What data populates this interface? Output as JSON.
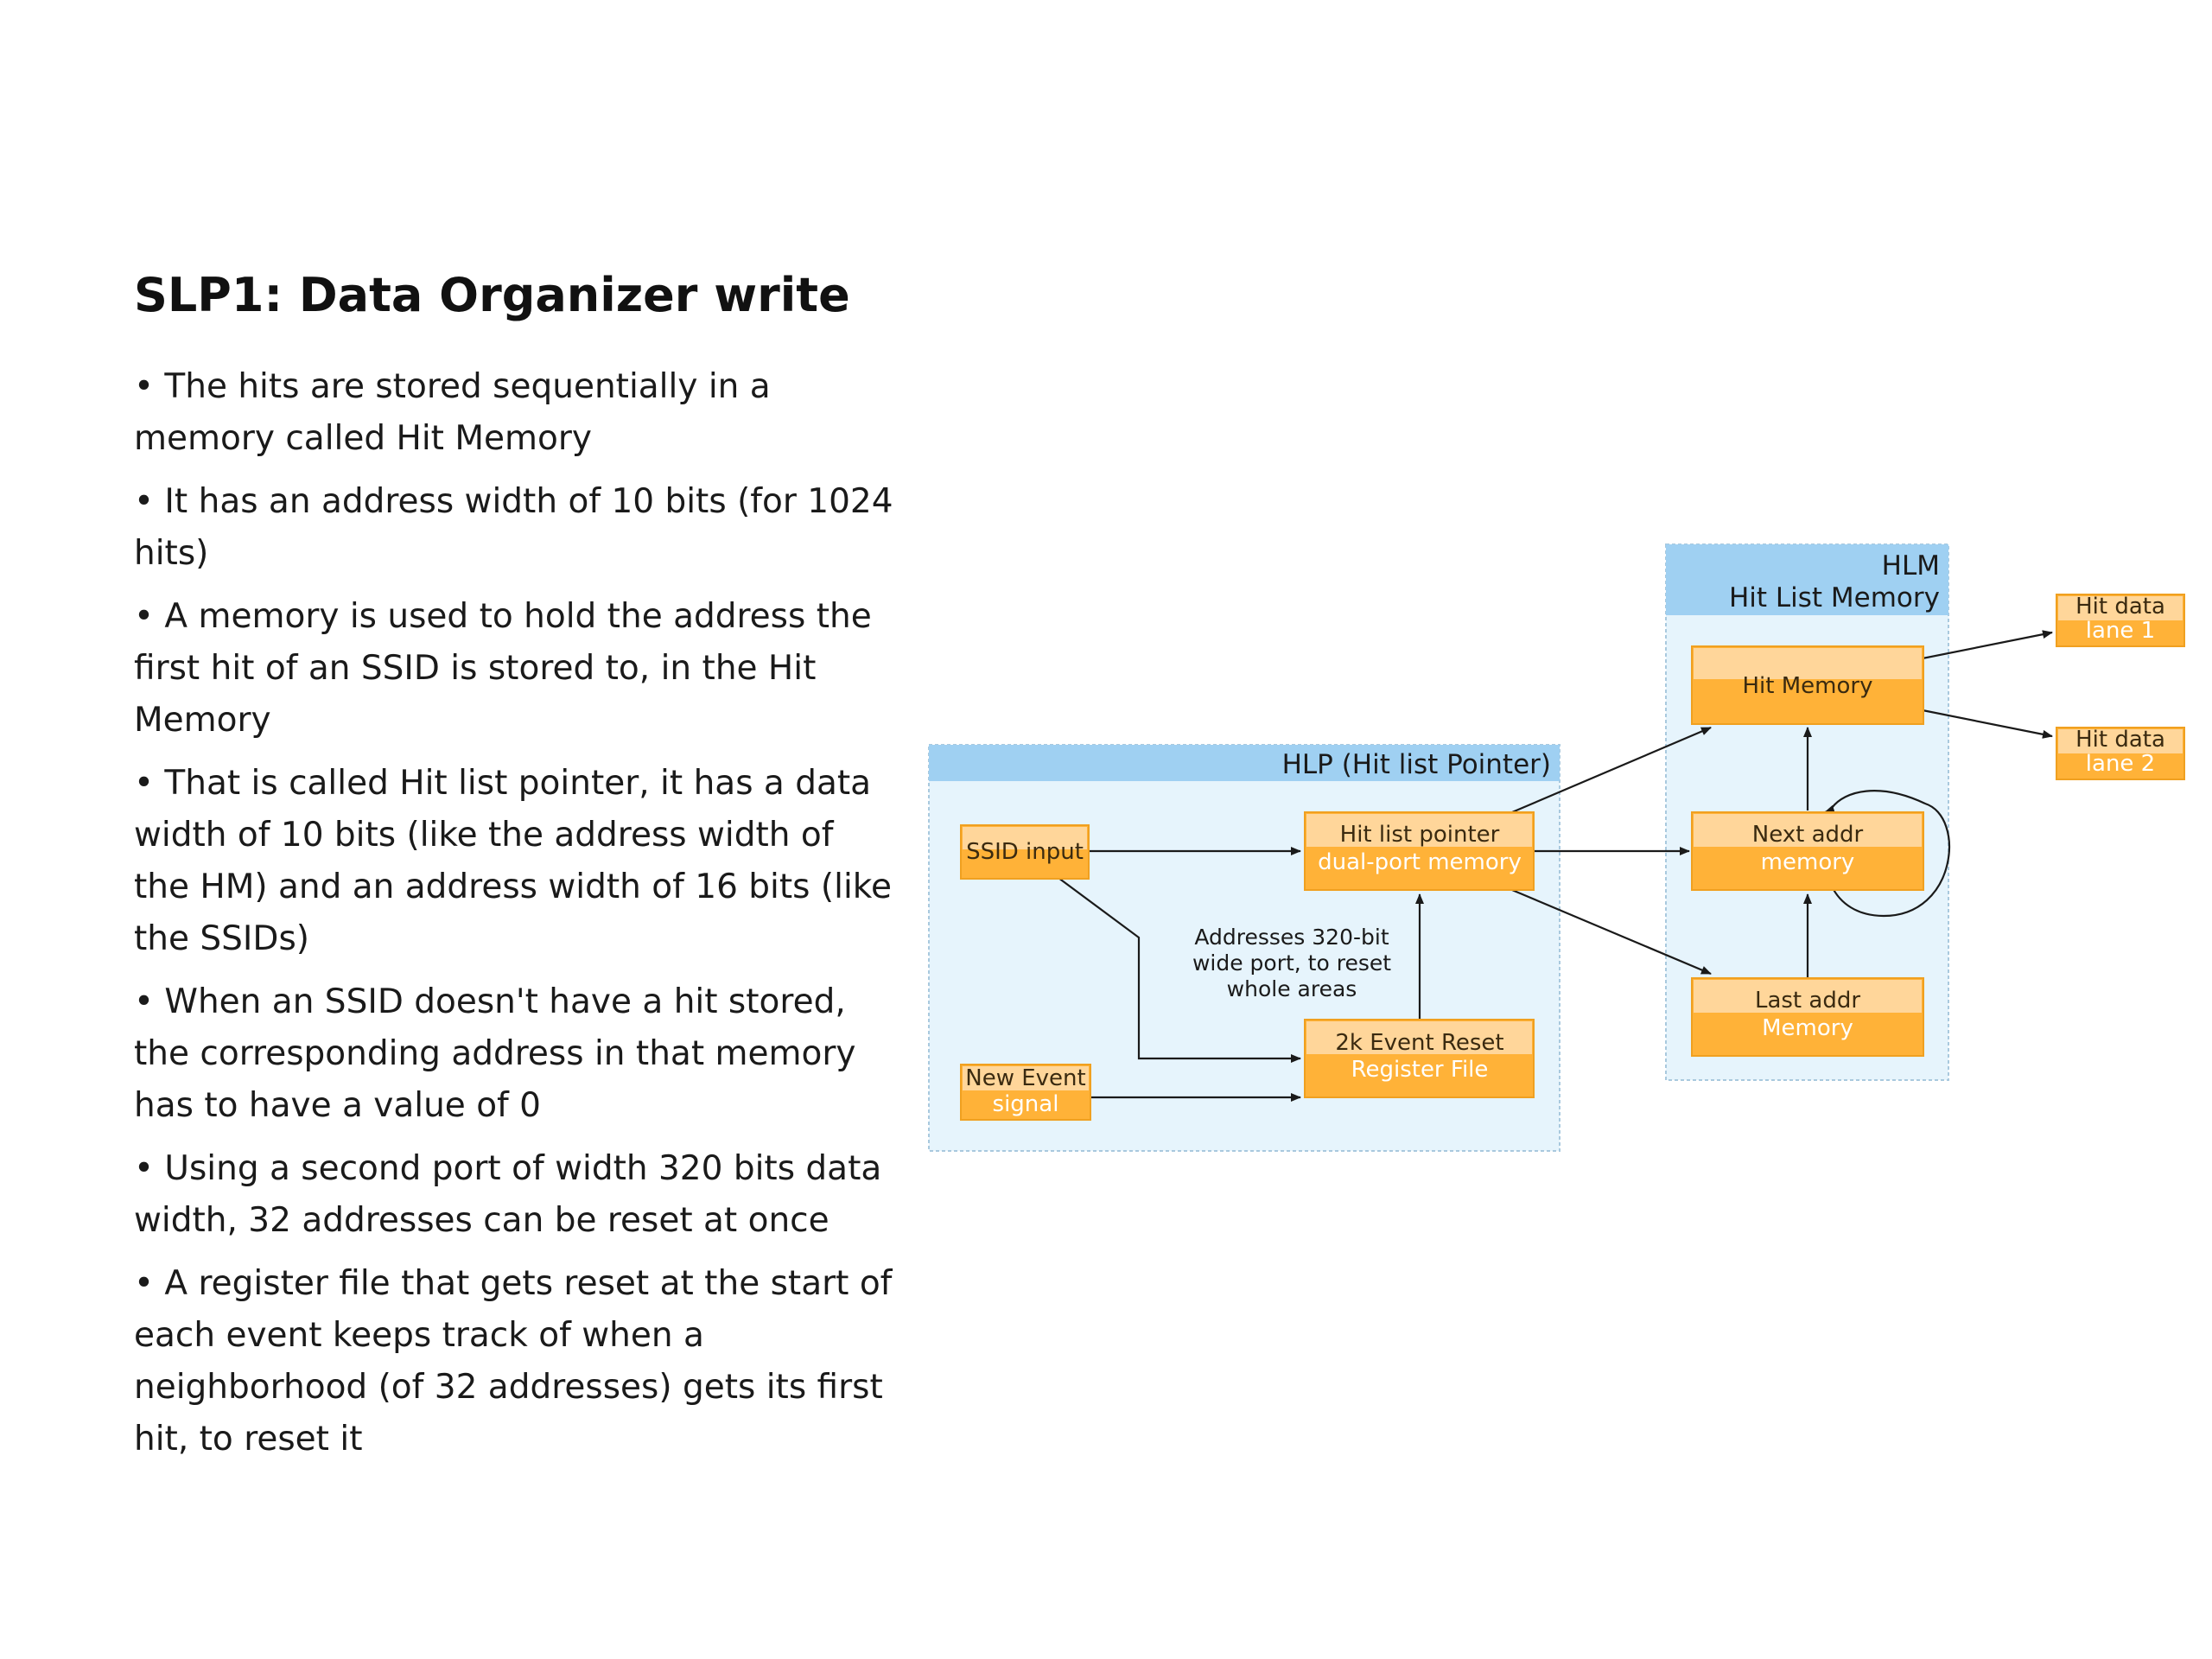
{
  "slide": {
    "title": "SLP1: Data Organizer write",
    "bullets": [
      "The hits are stored sequentially in a memory called Hit Memory",
      "It has an address width of 10 bits (for 1024 hits)",
      "A memory is used to hold the address the first hit of an SSID is stored to, in the Hit Memory",
      "That is called Hit list pointer, it has a data width of 10 bits (like the address width of the HM) and an address width of 16 bits (like the SSIDs)",
      "When an SSID doesn't have a hit stored, the corresponding address in that memory has to have a value of 0",
      "Using a second port of width 320 bits data width, 32 addresses can be reset at once",
      "A register file that gets reset at the start of each event keeps track of when a neighborhood (of 32 addresses) gets its first hit, to reset it"
    ]
  },
  "diagram": {
    "groups": {
      "hlp": "HLP (Hit list Pointer)",
      "hlm_line1": "HLM",
      "hlm_line2": "Hit List Memory"
    },
    "blocks": {
      "ssid_input": "SSID input",
      "hit_list_pointer_1": "Hit list pointer",
      "hit_list_pointer_2": "dual-port memory",
      "new_event_1": "New Event",
      "new_event_2": "signal",
      "event_reset_1": "2k Event Reset",
      "event_reset_2": "Register File",
      "hit_memory": "Hit Memory",
      "next_addr_1": "Next addr",
      "next_addr_2": "memory",
      "last_addr_1": "Last addr",
      "last_addr_2": "Memory",
      "hit_data_lane1_1": "Hit data",
      "hit_data_lane1_2": "lane 1",
      "hit_data_lane2_1": "Hit data",
      "hit_data_lane2_2": "lane 2"
    },
    "note": {
      "line1": "Addresses 320-bit",
      "line2": "wide port, to reset",
      "line3": "whole areas"
    },
    "colors": {
      "block_fill": "#ffb238",
      "block_highlight": "#ffd69a",
      "group_fill": "#e6f4fc",
      "group_header": "#9fd0f2"
    }
  }
}
